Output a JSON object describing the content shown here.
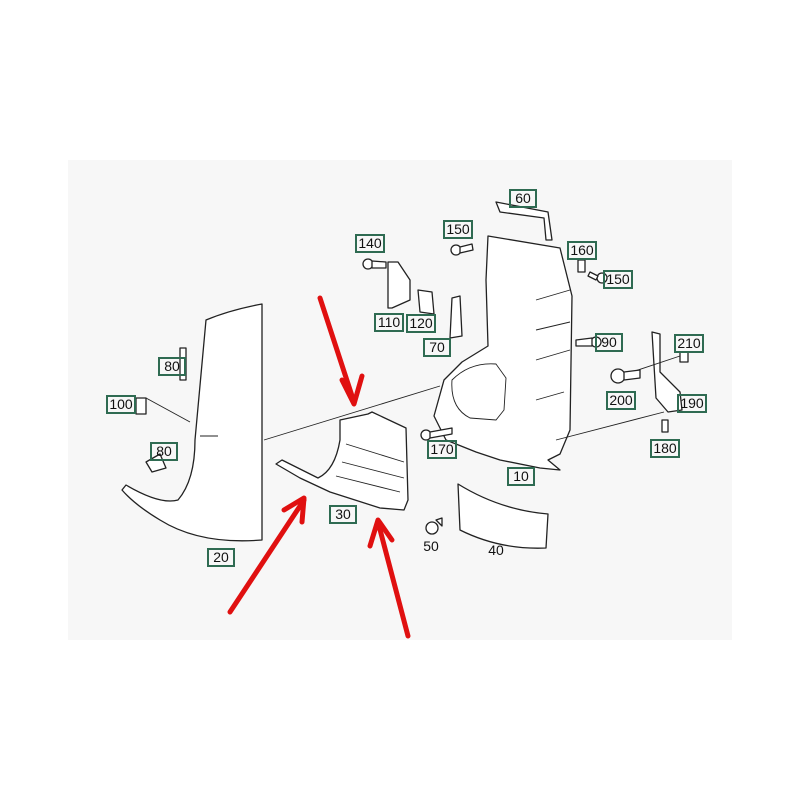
{
  "diagram": {
    "colors": {
      "label_box": "#2f6b52",
      "arrow": "#e01010",
      "panel": "#f7f7f7"
    },
    "labels": {
      "p60": "60",
      "p150a": "150",
      "p140": "140",
      "p160": "160",
      "p150b": "150",
      "p110": "110",
      "p120": "120",
      "p70": "70",
      "p90": "90",
      "p210": "210",
      "p80a": "80",
      "p100": "100",
      "p200": "200",
      "p190": "190",
      "p80b": "80",
      "p170": "170",
      "p180": "180",
      "p10": "10",
      "p30": "30",
      "p50": "50",
      "p40": "40",
      "p20": "20"
    }
  }
}
